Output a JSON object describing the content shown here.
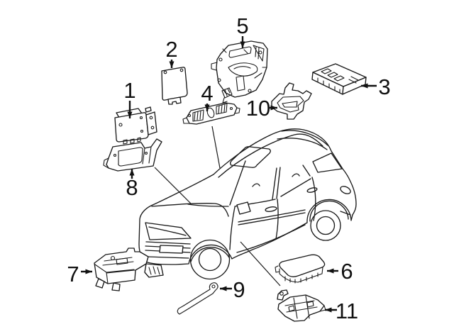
{
  "diagram": {
    "type": "vehicle-parts-diagram",
    "subject": "SUV electrical control modules and mounting brackets",
    "background_color": "#ffffff",
    "line_color": "#1a1a1a",
    "callouts": [
      {
        "number": "1",
        "part": "control-module-with-side-bracket"
      },
      {
        "number": "2",
        "part": "small-square-control-module"
      },
      {
        "number": "3",
        "part": "flat-control-module"
      },
      {
        "number": "4",
        "part": "overhead-control-module"
      },
      {
        "number": "5",
        "part": "control-module-carrier-assembly"
      },
      {
        "number": "6",
        "part": "rounded-control-module"
      },
      {
        "number": "7",
        "part": "large-control-module-with-bracket"
      },
      {
        "number": "8",
        "part": "mounting-bracket"
      },
      {
        "number": "9",
        "part": "strap-bracket"
      },
      {
        "number": "10",
        "part": "tray-mounting-bracket"
      },
      {
        "number": "11",
        "part": "flat-mounting-plate"
      }
    ]
  }
}
